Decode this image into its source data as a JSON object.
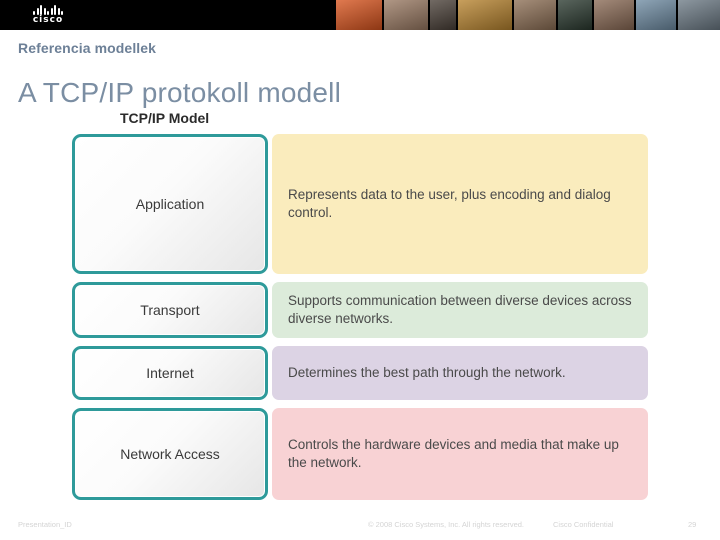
{
  "banner": {
    "logo_name": "cisco",
    "logo_bar_heights": [
      4,
      7,
      10,
      7,
      4,
      7,
      10,
      7,
      4
    ],
    "photo_cells": [
      {
        "name": "photo-abstract-orange",
        "width": 46,
        "color": "#d8541e"
      },
      {
        "name": "photo-woman-dark-hair",
        "width": 44,
        "color": "#9a7a63"
      },
      {
        "name": "photo-man-thinking",
        "width": 26,
        "color": "#4a4038"
      },
      {
        "name": "photo-woman-yellow-scarf",
        "width": 54,
        "color": "#b8842f"
      },
      {
        "name": "photo-woman-headscarf",
        "width": 42,
        "color": "#8d6f55"
      },
      {
        "name": "photo-circuit-green",
        "width": 34,
        "color": "#2b3a30"
      },
      {
        "name": "photo-woman-asian",
        "width": 40,
        "color": "#8a6a55"
      },
      {
        "name": "photo-man-white-shirt",
        "width": 40,
        "color": "#6f8ca3"
      },
      {
        "name": "photo-man-cap",
        "width": 42,
        "color": "#6d7b86"
      }
    ]
  },
  "slide": {
    "eyebrow": "Referencia modellek",
    "title": "A TCP/IP protokoll modell"
  },
  "diagram": {
    "title": "TCP/IP Model",
    "layers": [
      {
        "name": "application",
        "label": "Application",
        "description": "Represents data to the user, plus encoding and dialog control.",
        "color": "#faecbd",
        "height": 140
      },
      {
        "name": "transport",
        "label": "Transport",
        "description": "Supports communication between diverse devices across diverse networks.",
        "color": "#dcebda",
        "height": 56
      },
      {
        "name": "internet",
        "label": "Internet",
        "description": "Determines the best path through the network.",
        "color": "#dcd3e4",
        "height": 54
      },
      {
        "name": "network-access",
        "label": "Network Access",
        "description": "Controls the hardware devices and media that make up the network.",
        "color": "#f8d2d4",
        "height": 92
      }
    ],
    "border_color": "#2e9a9a"
  },
  "footer": {
    "presentation_id": "Presentation_ID",
    "copyright": "© 2008 Cisco Systems, Inc. All rights reserved.",
    "confidential": "Cisco Confidential",
    "page_number": "29"
  }
}
